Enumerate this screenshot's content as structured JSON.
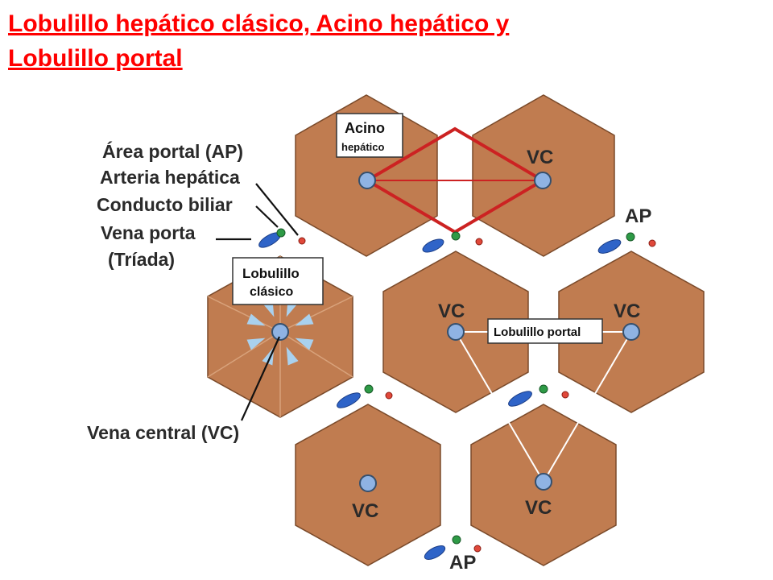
{
  "title": {
    "line1": "Lobulillo hepático clásico, Acino hepático y",
    "line2": "Lobulillo portal"
  },
  "labels": {
    "area_portal": "Área portal (AP)",
    "arteria_hepatica": "Arteria hepática",
    "conducto_biliar": "Conducto biliar",
    "vena_porta": "Vena porta",
    "triada": "(Tríada)",
    "vena_central": "Vena central (VC)",
    "vc": "VC",
    "ap": "AP"
  },
  "boxes": {
    "acino_line1": "Acino",
    "acino_line2": "hepático",
    "lobulillo_clasico_line1": "Lobulillo",
    "lobulillo_clasico_line2": "clásico",
    "lobulillo_portal": "Lobulillo portal"
  },
  "colors": {
    "title": "#ff0000",
    "lobule_fill": "#c07c50",
    "lobule_stroke": "#7a4a2a",
    "vein_fill": "#8fb3e3",
    "vein_stroke": "#35506e",
    "portal_vein": "#2f64c8",
    "artery": "#e0483a",
    "bile_duct": "#2e9a46",
    "acinus_line": "#cc2222",
    "portal_line": "#ffffff"
  }
}
